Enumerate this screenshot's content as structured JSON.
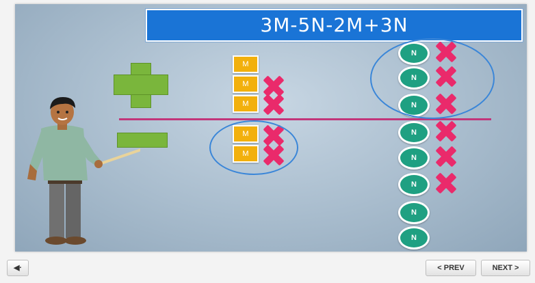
{
  "slide": {
    "title": "3M-5N-2M+3N",
    "m_label": "M",
    "n_label": "N"
  },
  "m_tiles": [
    {
      "label": "M",
      "crossed": false
    },
    {
      "label": "M",
      "crossed": true
    },
    {
      "label": "M",
      "crossed": true
    },
    {
      "label": "M",
      "crossed": true
    },
    {
      "label": "M",
      "crossed": true
    }
  ],
  "n_circles": [
    {
      "label": "N",
      "crossed": true
    },
    {
      "label": "N",
      "crossed": true
    },
    {
      "label": "N",
      "crossed": true
    },
    {
      "label": "N",
      "crossed": true
    },
    {
      "label": "N",
      "crossed": true
    },
    {
      "label": "N",
      "crossed": true
    },
    {
      "label": "N",
      "crossed": false
    },
    {
      "label": "N",
      "crossed": false
    }
  ],
  "controls": {
    "volume_icon": "speaker-icon",
    "prev_label": "< PREV",
    "next_label": "NEXT >"
  },
  "colors": {
    "title_bg": "#1a74d6",
    "tile_m": "#f2b00c",
    "circle_n": "#1fa082",
    "cross": "#ea2a6b",
    "sign": "#7ab63c",
    "divider": "#c2357a",
    "ellipse": "#3a86d8"
  }
}
